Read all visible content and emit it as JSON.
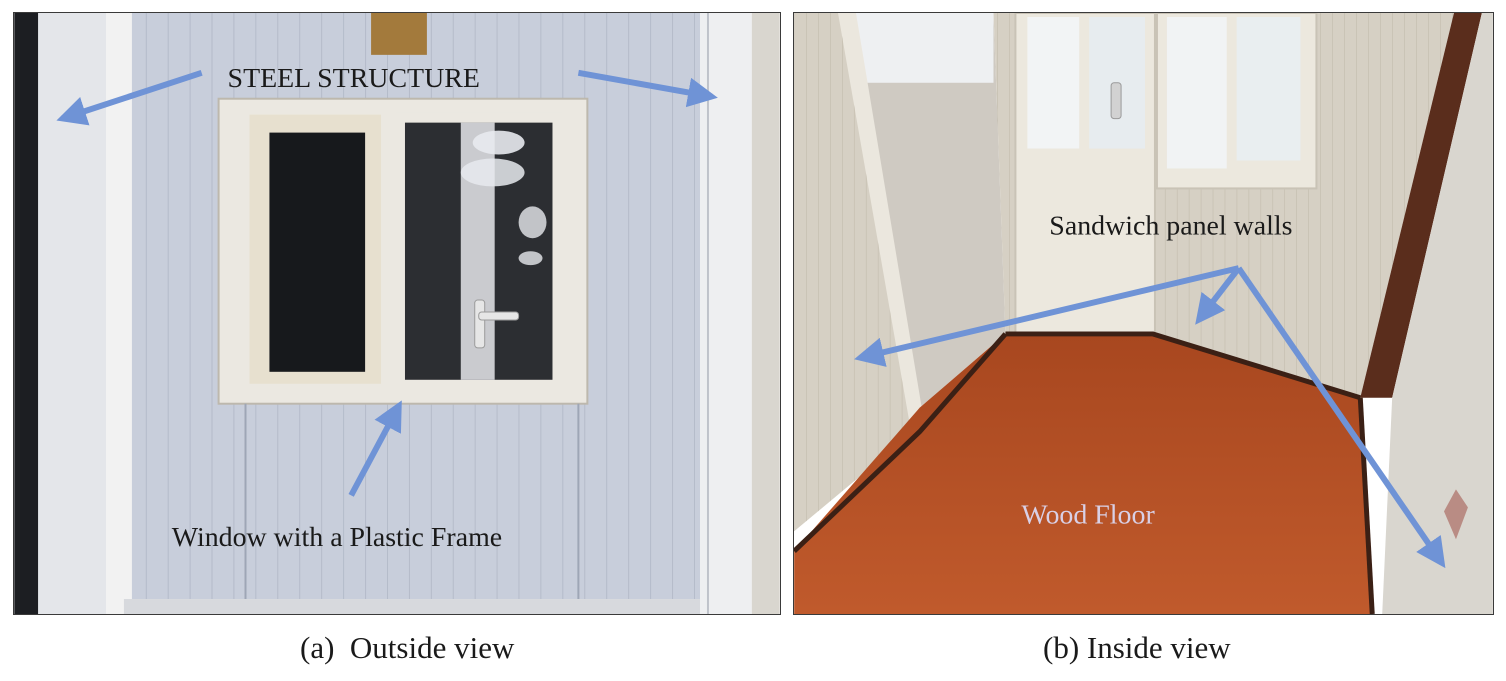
{
  "panels": [
    {
      "caption": "(a)  Outside view",
      "labels": {
        "steel": "STEEL  STRUCTURE",
        "window": "Window with a Plastic Frame"
      }
    },
    {
      "caption": "(b) Inside view",
      "labels": {
        "walls": "Sandwich panel walls",
        "floor": "Wood Floor"
      }
    }
  ],
  "colors": {
    "arrow": "#6f93d6",
    "panel_wall": "#c9ced9",
    "frame": "#e8e4dc",
    "floor": "#b24d22"
  }
}
